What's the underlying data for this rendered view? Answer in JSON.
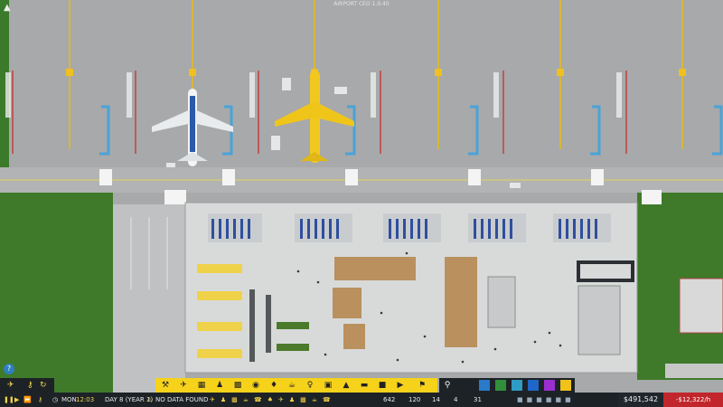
{
  "top_caption": "AIRPORT CEO 1.0.40",
  "hud": {
    "day_name": "MON",
    "time": "12:03",
    "day_year": "DAY 8 (YEAR 1)",
    "no_data_label": "NO DATA FOUND",
    "speed_icons": [
      "pause-icon",
      "play-icon",
      "fast-forward-icon",
      "key-icon"
    ],
    "build_icons": [
      "wrench-icon",
      "plane-icon",
      "gate-icon",
      "person-icon",
      "luggage-icon",
      "camera-icon",
      "shield-icon",
      "food-icon",
      "wc-icon",
      "seat-icon",
      "tree-icon",
      "road-icon",
      "ticket-icon",
      "sign-icon"
    ],
    "counts": {
      "passengers": "642",
      "staff": "120",
      "planes": "14",
      "flights": "4",
      "vehicles": "31"
    },
    "balance": "$491,542",
    "rate": "-$12,322/h"
  },
  "colors": {
    "tarmac": "#a7a9aa",
    "grass": "#3f7a2a",
    "terminal_floor": "#d8dada",
    "hud_yellow": "#f6d21b",
    "hud_dark": "#1d2227",
    "negative": "#c0262b"
  }
}
